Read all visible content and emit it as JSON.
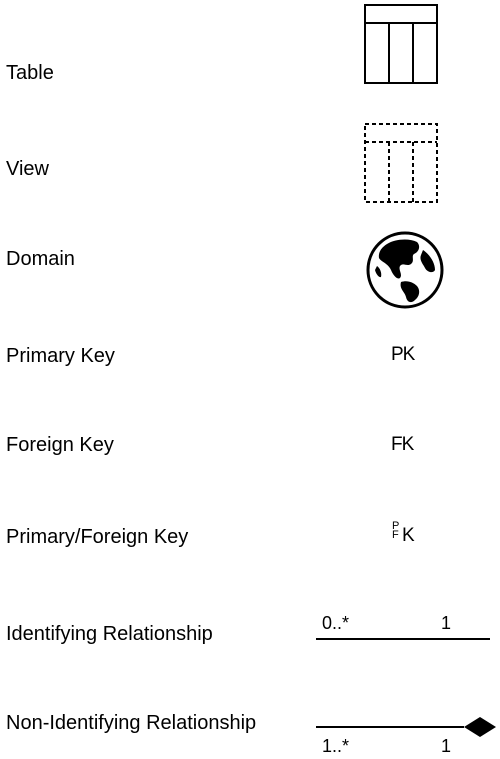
{
  "legend": {
    "table": {
      "label": "Table",
      "icon": "table-icon"
    },
    "view": {
      "label": "View",
      "icon": "view-icon"
    },
    "domain": {
      "label": "Domain",
      "icon": "globe-icon"
    },
    "primary_key": {
      "label": "Primary Key",
      "symbol": "PK"
    },
    "foreign_key": {
      "label": "Foreign Key",
      "symbol": "FK"
    },
    "primary_foreign_key": {
      "label": "Primary/Foreign Key",
      "symbol_top": "P",
      "symbol_bottom": "F",
      "symbol_main": "K"
    },
    "identifying_relationship": {
      "label": "Identifying Relationship",
      "left_multiplicity": "0..*",
      "right_multiplicity": "1"
    },
    "non_identifying_relationship": {
      "label": "Non-Identifying Relationship",
      "left_multiplicity": "1..*",
      "right_multiplicity": "1",
      "end_icon": "diamond-icon"
    }
  }
}
